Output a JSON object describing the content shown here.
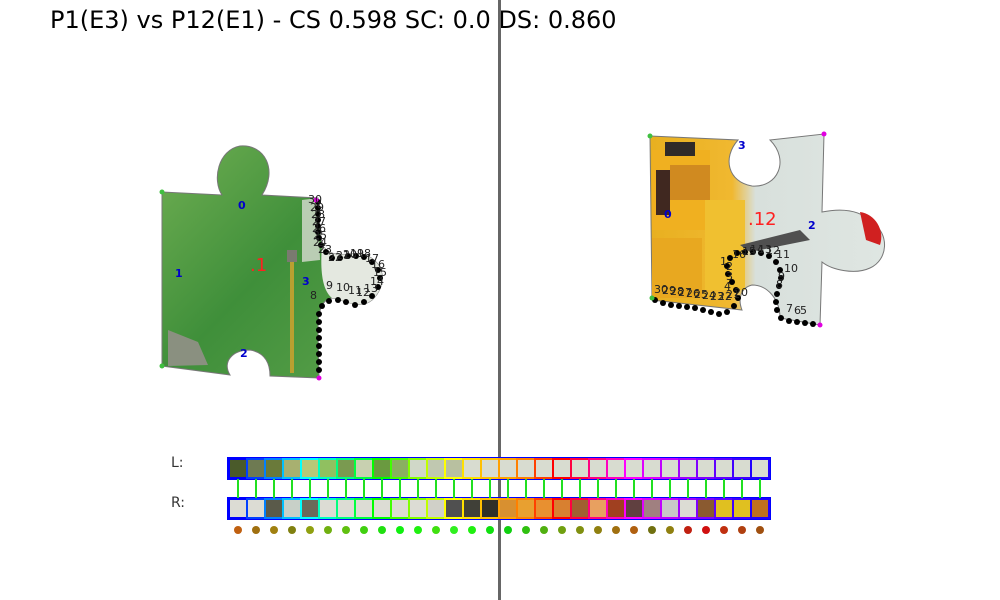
{
  "header": {
    "title": "P1(E3) vs P12(E1) - CS 0.598 SC: 0.0 DS: 0.860"
  },
  "left_piece": {
    "id_label": ".1",
    "edge_labels": [
      "0",
      "1",
      "2",
      "3"
    ],
    "point_labels": [
      "30",
      "29",
      "28",
      "27",
      "26",
      "25",
      "24",
      "23",
      "22",
      "21",
      "20",
      "19",
      "18",
      "17",
      "16",
      "15",
      "14",
      "13",
      "12",
      "11",
      "10",
      "9",
      "8"
    ]
  },
  "right_piece": {
    "id_label": ".12",
    "edge_labels": [
      "0",
      "2",
      "3"
    ],
    "point_labels": [
      "16",
      "15",
      "14",
      "13",
      "12",
      "11",
      "10",
      "9",
      "8",
      "7",
      "6",
      "5",
      "4",
      "3",
      "2",
      "1",
      "30",
      "29",
      "28",
      "27",
      "26",
      "25",
      "24",
      "23",
      "22",
      "21",
      "20"
    ]
  },
  "strips": {
    "left_label": "L:",
    "right_label": "R:",
    "left_colors": [
      "#4a5a2a",
      "#6e7a52",
      "#6a7a3a",
      "#a8b070",
      "#b8c878",
      "#90c060",
      "#7a9a50",
      "#c8d0b0",
      "#6a9a40",
      "#8ab060",
      "#d0d8c8",
      "#c0c8b0",
      "#b8c0a0",
      "#d8dcd0",
      "#d8dcd0",
      "#d8dcd0",
      "#d8dcd0",
      "#d8dcd0",
      "#d8dcd0",
      "#d8dcd0",
      "#d8dcd0",
      "#d8dcd0",
      "#d8dcd0",
      "#d8dcd0",
      "#d8dcd0",
      "#d8dcd0",
      "#d8dcd0",
      "#d8dcd0",
      "#d8dcd0",
      "#d8dcd0"
    ],
    "right_colors": [
      "#dcdcd4",
      "#dcdcd4",
      "#5a5a4a",
      "#c8d0c8",
      "#6a6a5a",
      "#dcdcd4",
      "#dcdcd4",
      "#dcdcd4",
      "#dcdcd4",
      "#dcdcd4",
      "#dcdcd4",
      "#d0d0c8",
      "#505050",
      "#404038",
      "#303028",
      "#d89030",
      "#e8a030",
      "#e89030",
      "#d88030",
      "#a06030",
      "#e8a060",
      "#a04020",
      "#604040",
      "#a08080",
      "#c8c8c8",
      "#dcdcd4",
      "#8a5a30",
      "#e0c020",
      "#e0c020",
      "#c07020"
    ],
    "frame_colors": [
      "#0000ff",
      "#0040ff",
      "#0080ff",
      "#00c0ff",
      "#00ffff",
      "#00ffc0",
      "#00ff80",
      "#00ff40",
      "#00ff00",
      "#40ff00",
      "#80ff00",
      "#c0ff00",
      "#ffff00",
      "#ffe000",
      "#ffc000",
      "#ffa000",
      "#ff8000",
      "#ff4000",
      "#ff0000",
      "#ff0040",
      "#ff0080",
      "#ff00c0",
      "#ff00ff",
      "#e000ff",
      "#c000ff",
      "#a000ff",
      "#8000ff",
      "#6000ff",
      "#4000ff",
      "#2000ff"
    ],
    "dot_colors": [
      "#c06010",
      "#a07010",
      "#a08010",
      "#808010",
      "#90a010",
      "#70b010",
      "#60c010",
      "#40d010",
      "#20e010",
      "#10f010",
      "#20f010",
      "#40e010",
      "#30f020",
      "#20f010",
      "#10e010",
      "#10d010",
      "#30c010",
      "#50b010",
      "#70a010",
      "#809010",
      "#908010",
      "#a07010",
      "#b06010",
      "#707010",
      "#908010",
      "#c02010",
      "#d01010",
      "#c03010",
      "#b04010",
      "#a05010"
    ]
  }
}
